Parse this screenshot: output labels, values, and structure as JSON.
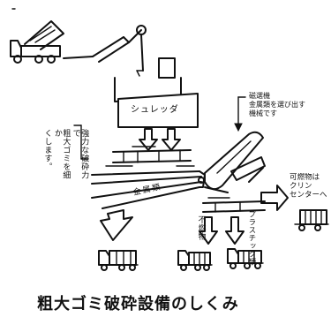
{
  "title": "粗大ゴミ破砕設備のしくみ",
  "labels": {
    "shredder": "シュレッダ",
    "crushing_note": [
      "強力な破砕力で",
      "粗大ゴミを細か",
      "くします。"
    ],
    "magnetic_separator": [
      "磁選機",
      "金属類を選び出す",
      "機械です"
    ],
    "metals": "金属類",
    "noncombustible": "不燃物",
    "plastics": "プラスチック類",
    "combustible": [
      "可燃物は",
      "クリン",
      "センターへ"
    ]
  }
}
